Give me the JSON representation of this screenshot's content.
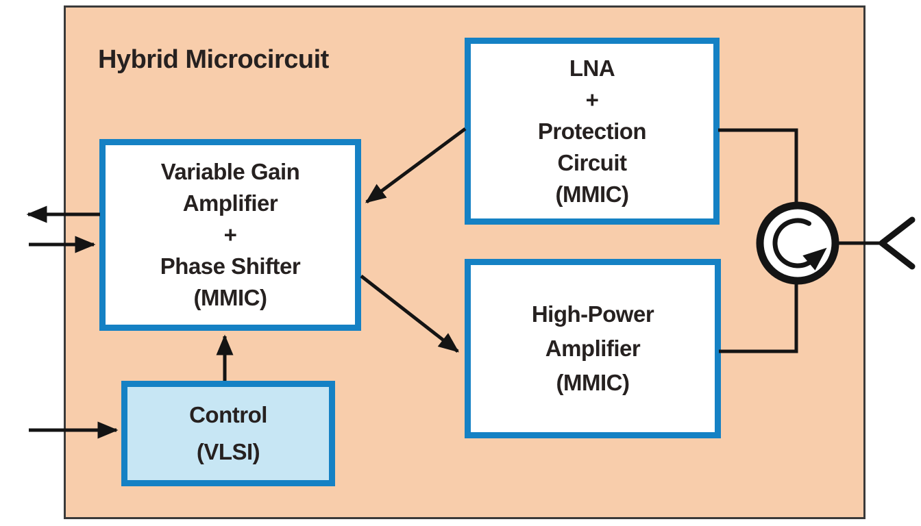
{
  "diagram": {
    "title": "Hybrid Microcircuit",
    "blocks": {
      "vga": {
        "label": "Variable Gain\nAmplifier\n+\nPhase Shifter\n(MMIC)"
      },
      "lna": {
        "label": "LNA\n+\nProtection\nCircuit\n(MMIC)"
      },
      "hpa": {
        "label": "High-Power\nAmplifier\n(MMIC)"
      },
      "control": {
        "label": "Control\n(VLSI)"
      }
    },
    "symbols": {
      "circulator": "circulator (circle with rotation arrow)",
      "antenna_port": "antenna / RF port chevron"
    },
    "colors": {
      "background": "#F8CDAB",
      "box_border_blue": "#1581C4",
      "control_fill": "#C7E6F4",
      "outer_border": "#3A3A3A",
      "line_black": "#141414",
      "text": "#262120"
    }
  }
}
